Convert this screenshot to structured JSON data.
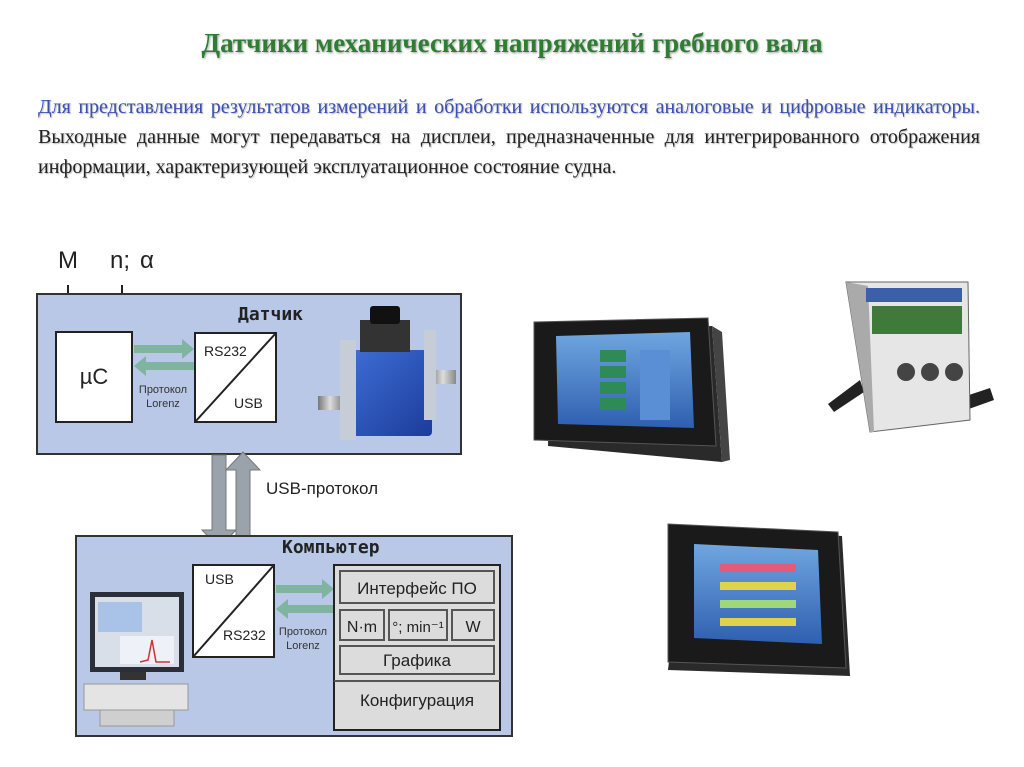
{
  "title": "Датчики механических напряжений гребного вала",
  "paragraph": {
    "highlight": "Для представления результатов измерений и обработки используются аналоговые и цифровые индикаторы.",
    "rest": " Выходные данные могут передаваться на дисплеи, предназначенные для интегрированного отображения информации, характеризующей эксплуатационное состояние судна."
  },
  "diagram": {
    "input_m": "M",
    "input_n": "n;",
    "input_alpha": "α",
    "sensor_label": "Датчик",
    "uc": "µC",
    "rs232_top": "RS232",
    "usb_bottom": "USB",
    "protocol_1": "Протокол",
    "lorenz_1": "Lorenz",
    "usb_protocol": "USB-протокол",
    "computer_label": "Компьютер",
    "usb_top": "USB",
    "rs232_bottom": "RS232",
    "protocol_2": "Протокол",
    "lorenz_2": "Lorenz",
    "interface": "Интерфейс ПО",
    "unit_nm": "N·m",
    "unit_min": "°; min⁻¹",
    "unit_w": "W",
    "graphics": "Графика",
    "config": "Конфигурация"
  },
  "colors": {
    "title": "#2e7d32",
    "highlight": "#3a4fb0",
    "panel": "#b8c8e6",
    "arrow": "#9aa3ab",
    "green_arrow": "#7fb5a0"
  }
}
